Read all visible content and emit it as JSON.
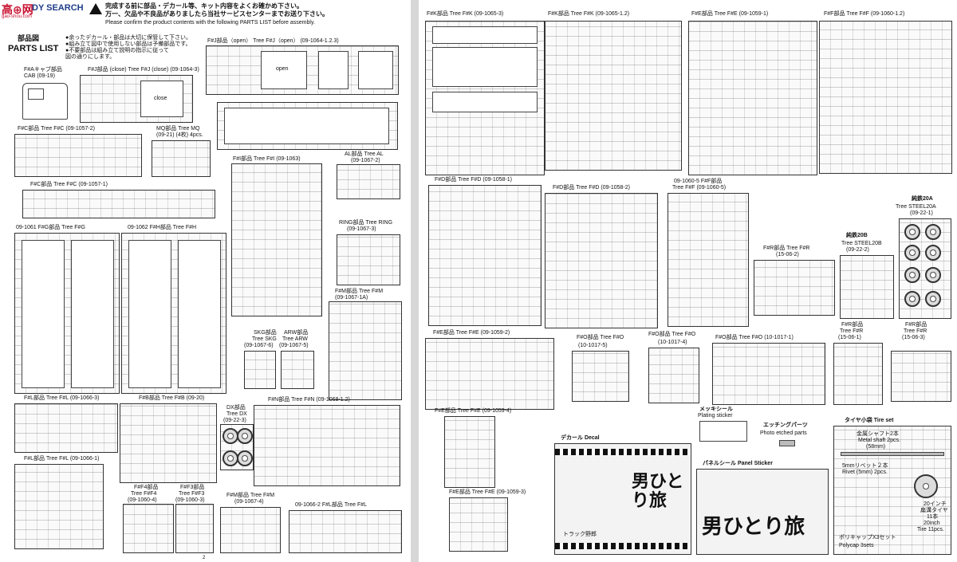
{
  "watermark": {
    "logo_a": "高⊕网",
    "logo_b": "DY SEARCH",
    "url": "gao-shou.com"
  },
  "header": {
    "jp": "完成する前に部品・デカール等、キット内容をよくお確かめ下さい。",
    "jp2": "万一、欠品や不良品がありましたら当社サービスセンターまでお送り下さい。",
    "en": "Please confirm the product contents with the following PARTS LIST before assembly."
  },
  "parts_list": {
    "title_jp": "部品図",
    "title_en": "PARTS LIST",
    "notes": [
      "●余ったデカール・部品は大切に保管して下さい。",
      "●組み立て図中で使用しない部品は予備部品です。",
      "●不要部品は組み立て説明の指示に従って",
      "図の通りにします。"
    ]
  },
  "left_labels": {
    "cab": "F#Aキャブ部品",
    "cab_en": "CAB  (09-19)",
    "fj_close": "F#J部品 (close) Tree F#J (close)  (09-1064-3)",
    "fj_open": "F#J部品（open） Tree F#J（open）  (09-1064-1.2.3)",
    "open": "open",
    "close": "close",
    "fc2": "F#C部品 Tree F#C  (09-1057-2)",
    "mq": "MQ部品 Tree MQ",
    "mq2": "(09-21)  (4枚) 4pcs.",
    "fc1": "F#C部品 Tree F#C  (09-1057-1)",
    "fi": "F#I部品 Tree F#I  (09-1063)",
    "al": "AL部品 Tree AL",
    "al2": "(09-1067-2)",
    "ring": "RING部品 Tree RING",
    "ring2": "(09-1067-3)",
    "fg": "09-1061 F#G部品 Tree F#G",
    "fh": "09-1062 F#H部品 Tree F#H",
    "fm1": "F#M部品 Tree F#M",
    "fm1b": "(09-1067-1A)",
    "skg": "SKG部品",
    "skg2": "Tree SKG",
    "skg3": "(09-1067-6)",
    "arw": "ARW部品",
    "arw2": "Tree ARW",
    "arw3": "(09-1067-5)",
    "fl3": "F#L部品 Tree F#L  (09-1066-3)",
    "fb": "F#B部品 Tree F#B  (09-20)",
    "dx": "DX部品",
    "dx2": "Tree DX",
    "dx3": "(09-22-3)",
    "fn": "F#N部品 Tree F#N  (09-1068-1.2)",
    "fl1": "F#L部品 Tree F#L  (09-1066-1)",
    "ff4": "F#F4部品",
    "ff4b": "Tree F#F4",
    "ff4c": "(09-1060-4)",
    "ff3": "F#F3部品",
    "ff3b": "Tree F#F3",
    "ff3c": "(09-1060-3)",
    "fm2": "F#M部品 Tree F#M",
    "fm2b": "(09-1067-4)",
    "fl2": "09-1066-2 F#L部品 Tree F#L",
    "page": "2"
  },
  "right_labels": {
    "fk3": "F#K部品 Tree F#K  (09-1065-3)",
    "fk12": "F#K部品 Tree F#K  (09-1065-1.2)",
    "fe1": "F#E部品 Tree F#E  (09-1059-1)",
    "ff12": "F#F部品 Tree F#F  (09-1060-1.2)",
    "fd1": "F#D部品 Tree F#D  (09-1058-1)",
    "fd2": "F#D部品 Tree F#D  (09-1058-2)",
    "ff5": "09-1060-5 F#F部品",
    "ff5b": "Tree F#F  (09-1060-5)",
    "steel20a": "純鉄20A",
    "steel20a2": "Tree STEEL20A",
    "steel20a3": "(09-22-1)",
    "steel20b": "純鉄20B",
    "steel20b2": "Tree STEEL20B",
    "steel20b3": "(09-22-2)",
    "fr2": "F#R部品 Tree F#R",
    "fr2b": "(15-06-2)",
    "fe2": "F#E部品 Tree F#E  (09-1059-2)",
    "fo5": "F#O部品 Tree F#O",
    "fo5b": "(10-1017-5)",
    "fo4": "F#O部品 Tree F#O",
    "fo4b": "(10-1017-4)",
    "fo1": "F#O部品 Tree F#O  (10-1017-1)",
    "fr1": "F#R部品",
    "fr1b": "Tree F#R",
    "fr1c": "(15-06-1)",
    "fr3": "F#R部品",
    "fr3b": "Tree F#R",
    "fr3c": "(15-06-3)",
    "fe4": "F#E部品 Tree F#E  (09-1059-4)",
    "decal": "デカール Decal",
    "plating_jp": "メッキシール",
    "plating_en": "Plating sticker",
    "etched_jp": "エッチングパーツ",
    "etched_en": "Photo etched parts",
    "tire_set": "タイヤ小袋 Tire set",
    "metal_shaft_jp": "金属シャフト2本",
    "metal_shaft_en": "Metal shaft 2pcs.",
    "metal_shaft_size": "(58mm)",
    "rivet_jp": "5mmリベット２本",
    "rivet_en": "Rivet (5mm) 2pcs.",
    "tire_jp": "20インチ",
    "tire_jp2": "扁溝タイヤ",
    "tire_jp3": "11本",
    "tire_en": "20inch",
    "tire_en2": "Tire 11pcs.",
    "polycap_jp": "ポリキャップX3セット",
    "polycap_en": "Polycap 3sets",
    "panel": "パネルシール Panel Sticker",
    "fe3": "F#E部品 Tree F#E  (09-1059-3)",
    "decal_big": "男ひとり旅",
    "panel_big": "男ひとり旅",
    "decal_small": "トラック野郎"
  },
  "colors": {
    "ink": "#111111",
    "paper": "#ffffff",
    "watermark_red": "#c8102e",
    "watermark_blue": "#1f3c88"
  }
}
